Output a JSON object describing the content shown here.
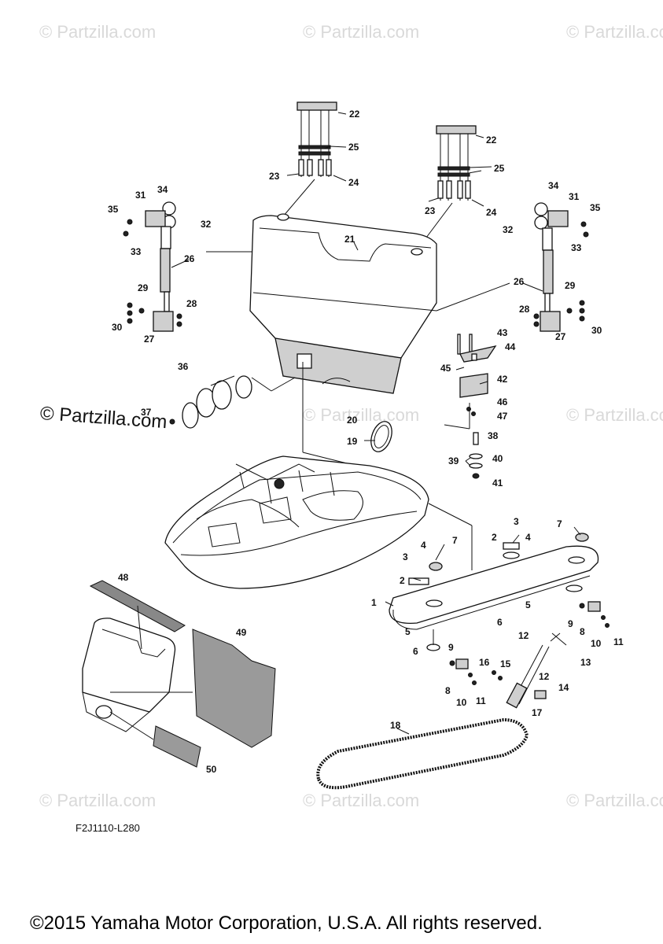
{
  "watermarks": {
    "text": "© Partzilla.com",
    "prominent": "© Partzilla.com"
  },
  "drawing_code": "F2J1110-L280",
  "copyright": "©2015 Yamaha Motor Corporation, U.S.A. All rights reserved.",
  "callouts": [
    "1",
    "2",
    "3",
    "4",
    "5",
    "6",
    "7",
    "8",
    "9",
    "10",
    "11",
    "12",
    "13",
    "14",
    "15",
    "16",
    "17",
    "18",
    "19",
    "20",
    "21",
    "22",
    "23",
    "24",
    "25",
    "26",
    "27",
    "28",
    "29",
    "30",
    "31",
    "32",
    "33",
    "34",
    "35",
    "36",
    "37",
    "38",
    "39",
    "40",
    "41",
    "42",
    "43",
    "44",
    "45",
    "46",
    "47",
    "48",
    "49",
    "50"
  ]
}
